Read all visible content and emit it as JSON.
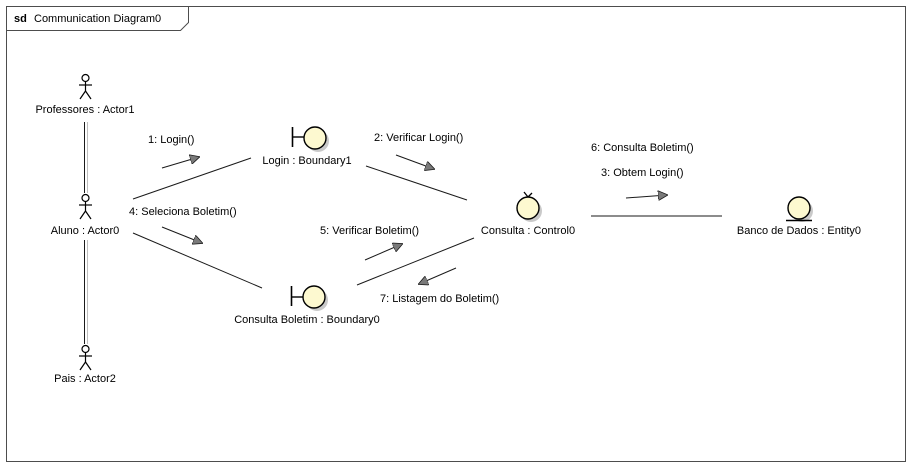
{
  "frame": {
    "keyword": "sd",
    "name": "Communication Diagram0"
  },
  "nodes": {
    "professores": "Professores : Actor1",
    "aluno": "Aluno : Actor0",
    "pais": "Pais : Actor2",
    "login_boundary": "Login : Boundary1",
    "consulta_boletim_boundary": "Consulta Boletim : Boundary0",
    "consulta_control": "Consulta : Control0",
    "banco_entity": "Banco de Dados : Entity0"
  },
  "messages": {
    "m1": "1: Login()",
    "m2": "2: Verificar Login()",
    "m3": "3: Obtem Login()",
    "m4": "4: Seleciona Boletim()",
    "m5": "5: Verificar Boletim()",
    "m6": "6: Consulta Boletim()",
    "m7": "7: Listagem do Boletim()"
  }
}
